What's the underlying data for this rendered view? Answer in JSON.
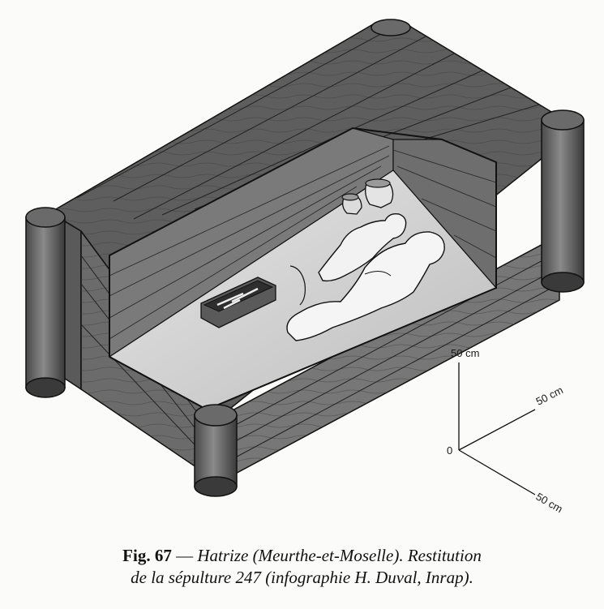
{
  "axes": {
    "vertical_label": "50 cm",
    "depth_label": "50 cm",
    "width_label": "50 cm",
    "origin_label": "0"
  },
  "caption": {
    "fig_number": "Fig. 67",
    "dash": " — ",
    "line1_rest": "Hatrize (Meurthe-et-Moselle). Restitution",
    "line2": "de la sépulture 247 (infographie H. Duval, Inrap)."
  },
  "colors": {
    "wood_top": "#5e5e5e",
    "wood_side": "#707070",
    "wood_dark": "#3c3c3c",
    "floor": "#d4d4d4",
    "figure": "#f5f5f5",
    "outline": "#111111"
  }
}
